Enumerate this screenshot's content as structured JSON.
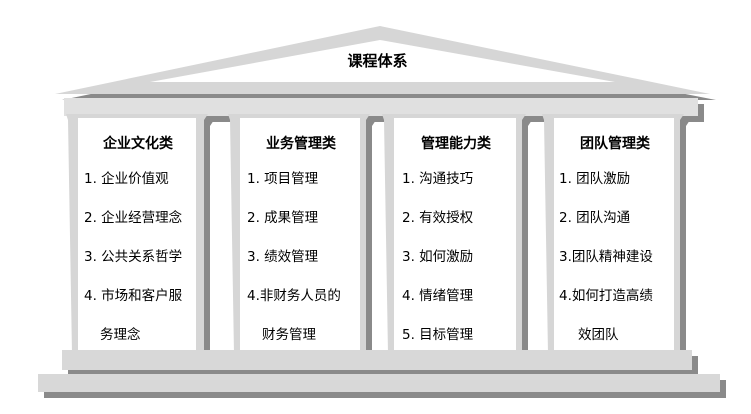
{
  "roof_title": "课程体系",
  "columns": [
    {
      "title": "企业文化类",
      "lines": [
        "1. 企业价值观",
        "2. 企业经营理念",
        "3. 公共关系哲学",
        "4. 市场和客户服",
        "务理念"
      ]
    },
    {
      "title": "业务管理类",
      "lines": [
        "1. 项目管理",
        "2. 成果管理",
        "3. 绩效管理",
        "4.非财务人员的",
        "财务管理"
      ]
    },
    {
      "title": "管理能力类",
      "lines": [
        "1. 沟通技巧",
        "2. 有效授权",
        "3. 如何激励",
        "4. 情绪管理",
        "5. 目标管理"
      ]
    },
    {
      "title": "团队管理类",
      "lines": [
        "1. 团队激励",
        "2. 团队沟通",
        "3.团队精神建设",
        "4.如何打造高绩",
        "效团队"
      ]
    }
  ]
}
